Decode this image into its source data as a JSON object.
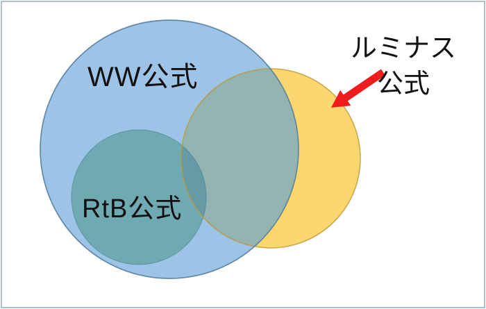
{
  "diagram": {
    "type": "venn",
    "background": "#FFFFFF",
    "frame_border_color": "#A9C0D1",
    "text_color": "#111111",
    "sets": [
      {
        "id": "ww",
        "label": "WW公式",
        "fill": "#9DC3E6",
        "stroke": "#54809F"
      },
      {
        "id": "rtb",
        "label": "RtB公式",
        "fill": "#6FA9B1",
        "stroke": "#3F7A8C"
      },
      {
        "id": "luminous",
        "label": "ルミナス公式",
        "label_line1": "ルミナス",
        "label_line2": "公式",
        "fill": "#FBD76E",
        "stroke": "#BE9838"
      }
    ],
    "overlaps": [
      {
        "between": "ww+luminous",
        "fill": "#93B4B1"
      },
      {
        "between": "rtb+luminous",
        "fill": "#649BA4"
      }
    ],
    "annotation_arrow": {
      "color": "#EE1C1C",
      "points_to": "luminous"
    }
  }
}
